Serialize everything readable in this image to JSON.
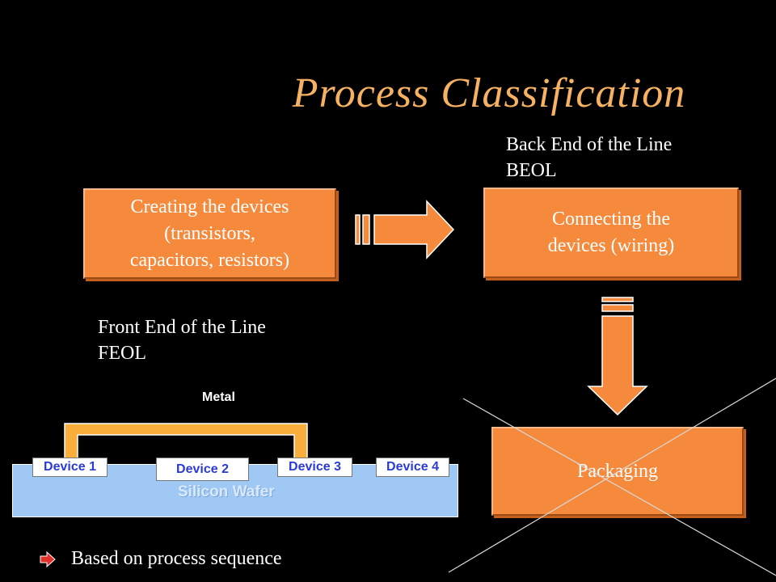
{
  "title": "Process Classification",
  "beol_label": [
    "Back End of the Line",
    "BEOL"
  ],
  "feol_label": [
    "Front End of the Line",
    "FEOL"
  ],
  "box_create": [
    "Creating the devices",
    "(transistors,",
    "capacitors, resistors)"
  ],
  "box_connect": [
    "Connecting the",
    "devices (wiring)"
  ],
  "box_packaging": "Packaging",
  "diagram": {
    "metal_label": "Metal",
    "wafer_label": "Silicon Wafer",
    "devices": [
      "Device 1",
      "Device 2",
      "Device 3",
      "Device 4"
    ]
  },
  "bullet": {
    "icon": "arrow-bullet-icon",
    "text": "Based on process sequence"
  },
  "colors": {
    "background": "#000000",
    "title": "#f6b262",
    "box": "#f58a3d",
    "wafer": "#9fc9f4",
    "metal": "#f9ae3c",
    "device_text": "#2a3bd6"
  }
}
